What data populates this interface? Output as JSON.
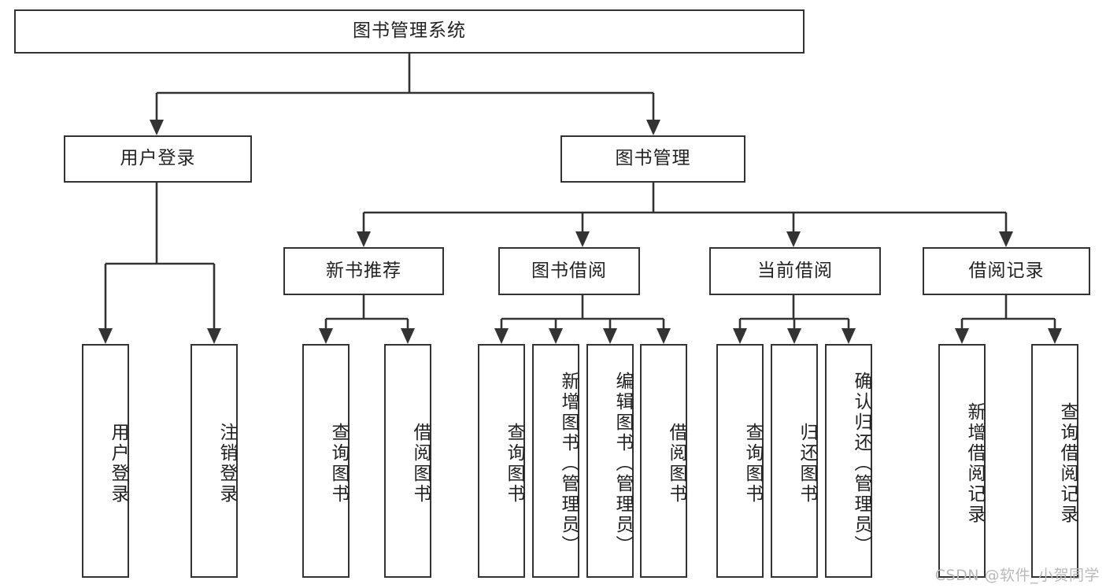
{
  "diagram": {
    "title": "图书管理系统",
    "type": "tree",
    "orientation": "top-down",
    "colors": {
      "box_border": "#333333",
      "box_fill": "#ffffff",
      "connector": "#333333",
      "text": "#222222",
      "background": "#ffffff",
      "watermark": "#b9b9b9"
    },
    "root": {
      "label": "图书管理系统",
      "level": 1
    },
    "level2": [
      {
        "label": "用户登录"
      },
      {
        "label": "图书管理"
      }
    ],
    "level3": [
      {
        "label": "新书推荐",
        "parent": "图书管理"
      },
      {
        "label": "图书借阅",
        "parent": "图书管理"
      },
      {
        "label": "当前借阅",
        "parent": "图书管理"
      },
      {
        "label": "借阅记录",
        "parent": "图书管理"
      }
    ],
    "leaves": {
      "user_login": [
        {
          "label": "用户登录"
        },
        {
          "label": "注销登录"
        }
      ],
      "new_book_recommend": [
        {
          "label": "查询图书"
        },
        {
          "label": "借阅图书"
        }
      ],
      "book_borrow": [
        {
          "label": "查询图书"
        },
        {
          "label": "新增图书（管理员）"
        },
        {
          "label": "编辑图书（管理员）"
        },
        {
          "label": "借阅图书"
        }
      ],
      "current_borrow": [
        {
          "label": "查询图书"
        },
        {
          "label": "归还图书"
        },
        {
          "label": "确认归还（管理员）"
        }
      ],
      "borrow_record": [
        {
          "label": "新增借阅记录"
        },
        {
          "label": "查询借阅记录"
        }
      ]
    }
  },
  "watermark": {
    "text": "CSDN @软件_小贺同学"
  }
}
